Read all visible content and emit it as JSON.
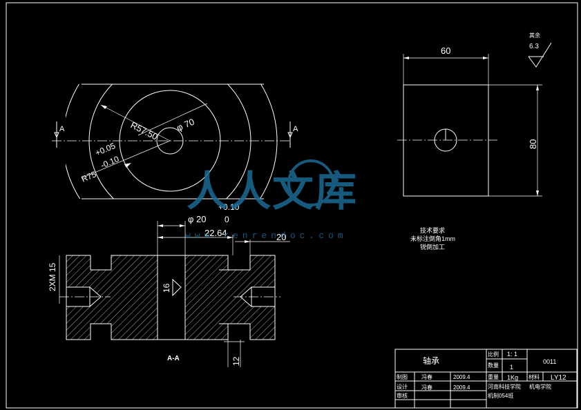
{
  "views": {
    "top": {
      "sections": [
        "A",
        "A"
      ],
      "radius_label": "R57.50",
      "diameter_label": "φ 70",
      "tolerance_upper": "+0.05",
      "tolerance_lower": "-0.10",
      "radius2_label": "R75"
    },
    "side": {
      "width_label": "60",
      "height_label": "80"
    },
    "section": {
      "title": "A-A",
      "tol_upper": "+0.10",
      "dia_label": "φ 20",
      "tol_lower": "0",
      "width_label": "22.64",
      "right_label": "20",
      "thread_label": "2XM 15",
      "inner_label": "16",
      "bottom_label": "12"
    }
  },
  "roughness": {
    "label": "其余",
    "value": "6.3"
  },
  "tech_notes": [
    "技术要求",
    "未标注倒角1mm",
    "锐倒加工"
  ],
  "title_block": {
    "part_name": "轴承",
    "scale_label": "比例",
    "scale_value": "1: 1",
    "qty_label": "数量",
    "qty_value": "1",
    "drawing_no": "0011",
    "weight_label": "重量",
    "weight_value": "1Kg",
    "material_label": "材料",
    "material_value": "LY12",
    "draw_label": "制图",
    "draw_name": "冯春",
    "draw_date": "2009.4",
    "design_label": "设计",
    "design_name": "冯春",
    "design_date": "2009.4",
    "check_label": "审核",
    "school": "河南科技学院",
    "college": "机电学院",
    "class_name": "机制054班"
  },
  "watermark": {
    "text": "人人文库",
    "url": "www.renrendoc.com"
  }
}
